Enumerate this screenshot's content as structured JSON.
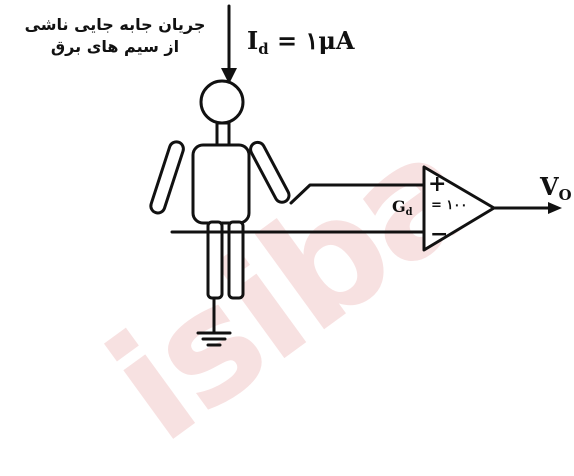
{
  "source_label": {
    "line1": "جریان جابه جایی ناشی",
    "line2": "از سیم های برق"
  },
  "current_label": {
    "symbol": "I",
    "sub": "d",
    "value": "= ۱μA"
  },
  "amp": {
    "plus": "+",
    "minus": "−",
    "gain_symbol": "G",
    "gain_sub": "d",
    "gain_value": "= ۱۰۰"
  },
  "output": {
    "symbol": "V",
    "sub": "O"
  },
  "watermark": "isiba",
  "colors": {
    "ink": "#111111",
    "watermark": "#f2c9c9",
    "background": "#ffffff"
  }
}
